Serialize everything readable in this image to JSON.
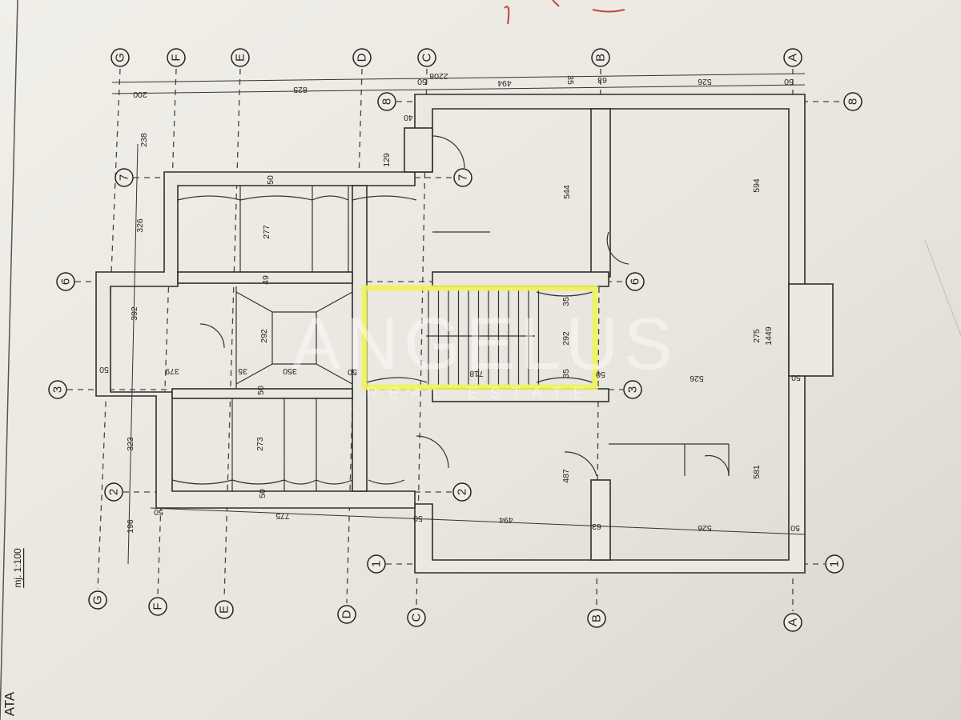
{
  "sheet": {
    "title_fragment": "ATA",
    "scale": "mj. 1:100"
  },
  "watermark": {
    "brand": "ANGELUS",
    "tagline": "REAL ESTATE"
  },
  "highlight_color": "#f0f35a",
  "grid_columns": [
    "G",
    "F",
    "E",
    "D",
    "C",
    "B",
    "A"
  ],
  "grid_rows": [
    "8",
    "7",
    "6",
    "3",
    "2",
    "1"
  ],
  "dimensions": [
    "2208",
    "200",
    "825",
    "50",
    "494",
    "35",
    "63",
    "526",
    "50",
    "238",
    "326",
    "392",
    "323",
    "196",
    "129",
    "40",
    "50",
    "277",
    "49",
    "292",
    "350",
    "35",
    "379",
    "50",
    "50",
    "718",
    "35",
    "292",
    "35",
    "50",
    "526",
    "50",
    "275",
    "1449",
    "594",
    "544",
    "273",
    "50",
    "50",
    "487",
    "581",
    "775",
    "50",
    "50",
    "494",
    "63",
    "526",
    "50"
  ]
}
